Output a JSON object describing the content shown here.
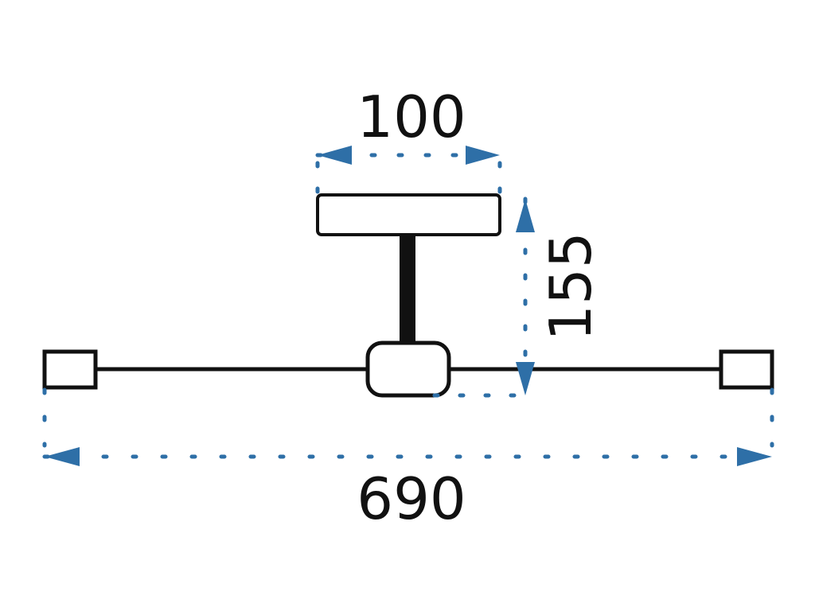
{
  "dimensions": {
    "width_top": "100",
    "height": "155",
    "width_total": "690"
  },
  "colors": {
    "line": "#111111",
    "dimension": "#2e6fa7",
    "background": "#ffffff"
  }
}
